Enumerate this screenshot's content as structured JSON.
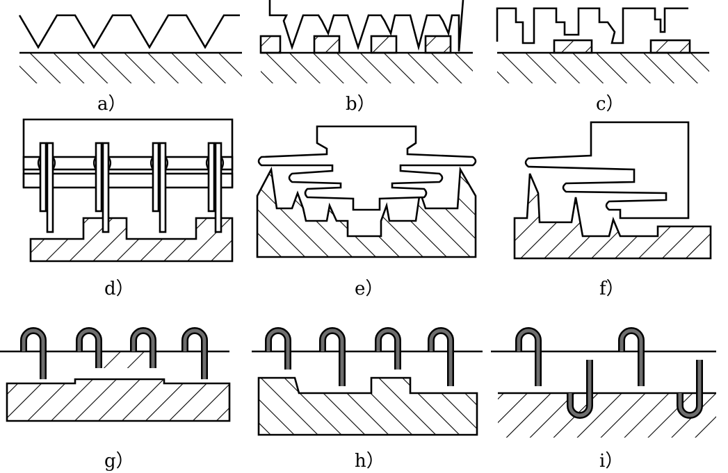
{
  "panels": [
    {
      "id": "a",
      "label": "a）"
    },
    {
      "id": "b",
      "label": "b）"
    },
    {
      "id": "c",
      "label": "c）"
    },
    {
      "id": "d",
      "label": "d）"
    },
    {
      "id": "e",
      "label": "e）"
    },
    {
      "id": "f",
      "label": "f）"
    },
    {
      "id": "g",
      "label": "g）"
    },
    {
      "id": "h",
      "label": "h）"
    },
    {
      "id": "i",
      "label": "i）"
    }
  ],
  "colors": {
    "line": "#000000",
    "labyrinth_fill": "#6e6e6e",
    "background": "#ffffff"
  }
}
